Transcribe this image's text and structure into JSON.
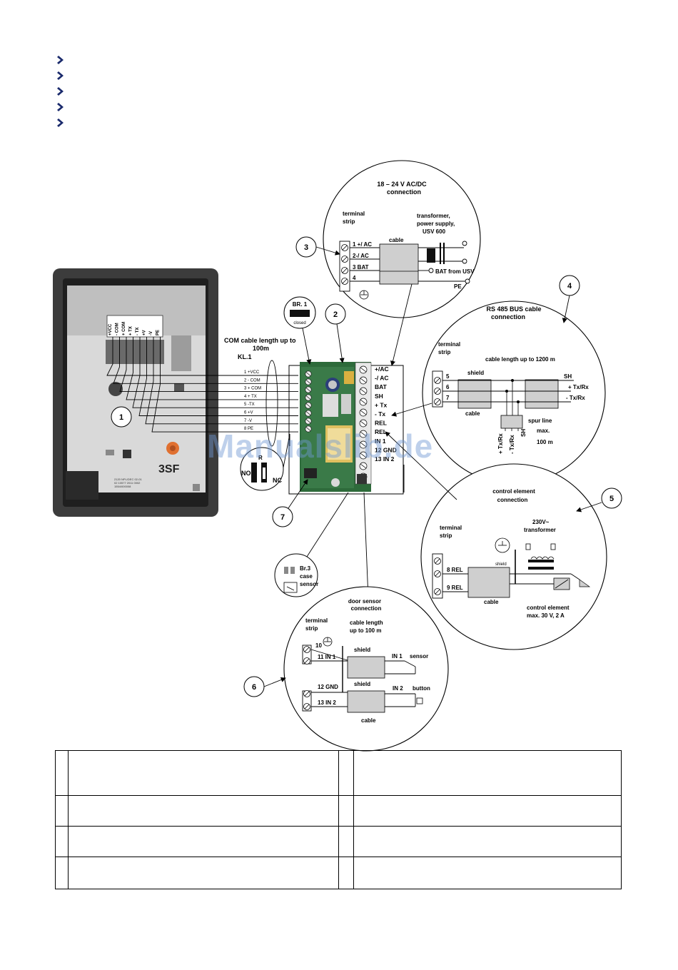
{
  "colors": {
    "accent": "#1a2a6c",
    "watermark": "#6e96d2"
  },
  "bullets": [
    "chevron-icon",
    "chevron-icon",
    "chevron-icon",
    "chevron-icon",
    "chevron-icon"
  ],
  "watermark": "Manualslib.de",
  "device": {
    "pcb_top_labels": [
      "+VCC",
      "- COM",
      "+ COM",
      "+ TX",
      "- TX",
      "+V",
      "-V",
      "PE"
    ],
    "brand_mark": "3SF",
    "small_print": [
      "2120 NPL/DEC 02-01",
      "02 10577 2011 0002",
      "1554/000008"
    ]
  },
  "callouts": [
    "1",
    "2",
    "3",
    "4",
    "5",
    "6",
    "7"
  ],
  "com_cable": {
    "title_line1": "COM cable length up to",
    "title_line2": "100m",
    "terminal_label": "KL.1",
    "terminals": [
      "1  +VCC",
      "2  - COM",
      "3  + COM",
      "4  + TX",
      "5  -TX",
      "6  +V",
      "7  -V",
      "8  PE"
    ]
  },
  "br1": {
    "label": "BR. 1",
    "state": "closed"
  },
  "relay_jumper": {
    "no": "NO",
    "nc": "NC",
    "r": "R"
  },
  "module_terminals": [
    "+/AC",
    "-/ AC",
    "BAT",
    "SH",
    "+ Tx",
    "- Tx",
    "REL",
    "REL",
    "IN 1",
    "12 GND",
    "13 IN 2"
  ],
  "power": {
    "title_line1": "18 – 24 V AC/DC",
    "title_line2": "connection",
    "terminal_strip_line1": "terminal",
    "terminal_strip_line2": "strip",
    "transformer_line1": "transformer,",
    "transformer_line2": "power supply,",
    "transformer_line3": "USV 600",
    "cable": "cable",
    "terminals": [
      "1 +/ AC",
      "2-/ AC",
      "3 BAT",
      "4"
    ],
    "bat_from_usv": "BAT from USV",
    "pe": "PE"
  },
  "rs485": {
    "title_line1": "RS 485 BUS cable",
    "title_line2": "connection",
    "terminal_strip_line1": "terminal",
    "terminal_strip_line2": "strip",
    "cable_length": "cable length up to 1200 m",
    "shield": "shield",
    "sh": "SH",
    "terminals": [
      "5",
      "6",
      "7"
    ],
    "tx_plus": "+ Tx/Rx",
    "tx_minus": "-  Tx/Rx",
    "cable": "cable",
    "spur_line1": "spur line",
    "spur_line2": "max.",
    "spur_line3": "100 m",
    "vertical_labels": [
      "+ Tx/Rx",
      "- Tx/Rx",
      "SH"
    ]
  },
  "control": {
    "title_line1": "control element",
    "title_line2": "connection",
    "terminal_strip_line1": "terminal",
    "terminal_strip_line2": "strip",
    "transformer_line1": "230V~",
    "transformer_line2": "transformer",
    "shield": "shield",
    "terminals": [
      "8  REL",
      "9  REL"
    ],
    "cable": "cable",
    "element_line1": "control element",
    "element_line2": "max. 30 V, 2 A"
  },
  "br3": {
    "line1": "Br.3",
    "line2": "case",
    "line3": "sensor"
  },
  "door": {
    "title_line1": "door sensor",
    "title_line2": "connection",
    "terminal_strip_line1": "terminal",
    "terminal_strip_line2": "strip",
    "cable_length_line1": "cable length",
    "cable_length_line2": "up to 100 m",
    "terminals": [
      "10",
      "11 IN 1",
      "12 GND",
      "13 IN 2"
    ],
    "shield_top": "shield",
    "shield_bottom": "shield",
    "in1": "IN 1",
    "sensor": "sensor",
    "in2": "IN 2",
    "button": "button",
    "cable": "cable"
  },
  "legend_table": [
    [
      "",
      ""
    ],
    [
      "",
      ""
    ],
    [
      "",
      ""
    ],
    [
      "",
      ""
    ]
  ]
}
